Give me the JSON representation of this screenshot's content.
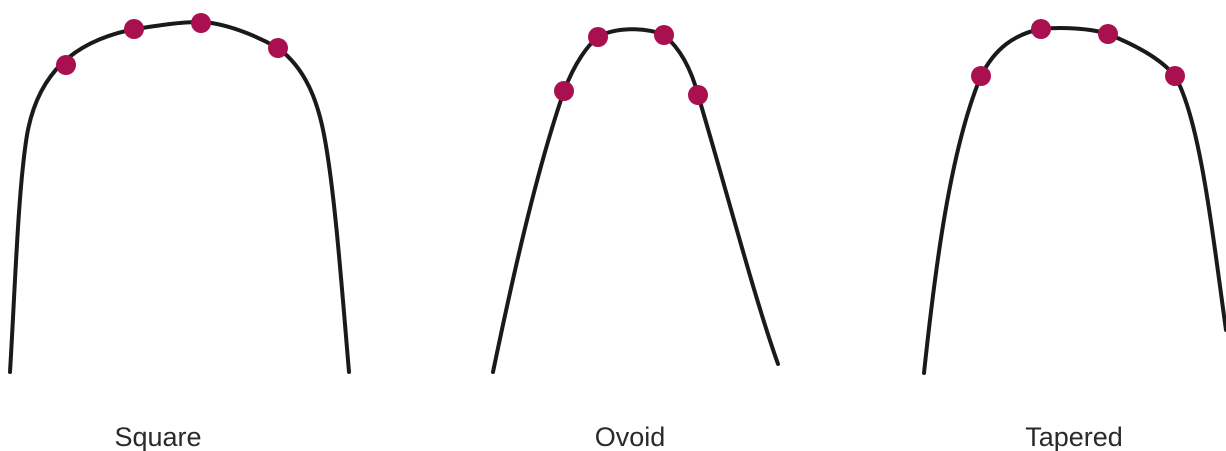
{
  "colors": {
    "curve": "#1a1a1a",
    "marker": "#a8104f",
    "label": "#2a2a2a",
    "background": "#ffffff"
  },
  "shapes": [
    {
      "id": "square",
      "label": "Square",
      "marker_count": 4
    },
    {
      "id": "ovoid",
      "label": "Ovoid",
      "marker_count": 4
    },
    {
      "id": "tapered",
      "label": "Tapered",
      "marker_count": 4
    }
  ]
}
